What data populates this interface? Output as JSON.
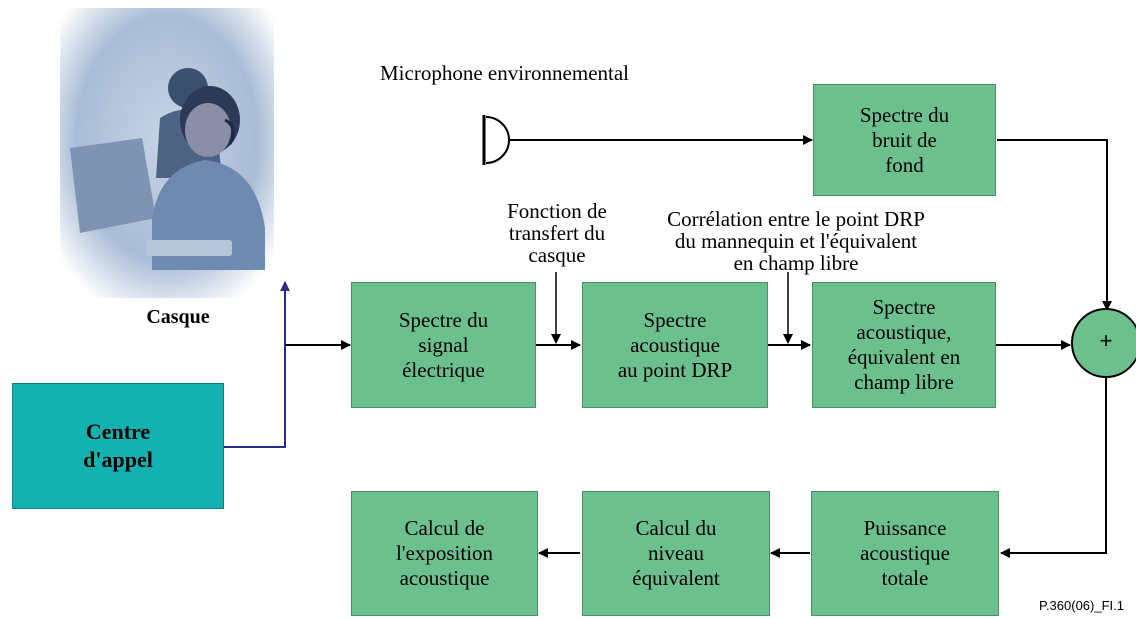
{
  "diagram": {
    "photo_caption": "Casque",
    "call_center": "Centre\nd'appel",
    "mic_label": "Microphone environnemental",
    "labels": {
      "transfer": "Fonction de\ntransfert du\ncasque",
      "correlation": "Corrélation entre le point  DRP\ndu mannequin et l'équivalent\nen champ libre"
    },
    "boxes": {
      "noise": "Spectre du\nbruit de\nfond",
      "electric": "Spectre du\nsignal\nélectrique",
      "drp": "Spectre\nacoustique\nau point DRP",
      "freefield": "Spectre\nacoustique,\néquivalent en\nchamp libre",
      "power": "Puissance\nacoustique\ntotale",
      "level": "Calcul du\nniveau\néquivalent",
      "exposure": "Calcul de\nl'exposition\nacoustique"
    },
    "sum_symbol": "+",
    "figure_ref": "P.360(06)_FI.1"
  },
  "colors": {
    "box_fill": "#6cc08e",
    "call_center_fill": "#14b1b1",
    "link_to_headset": "#2b2b8a"
  }
}
